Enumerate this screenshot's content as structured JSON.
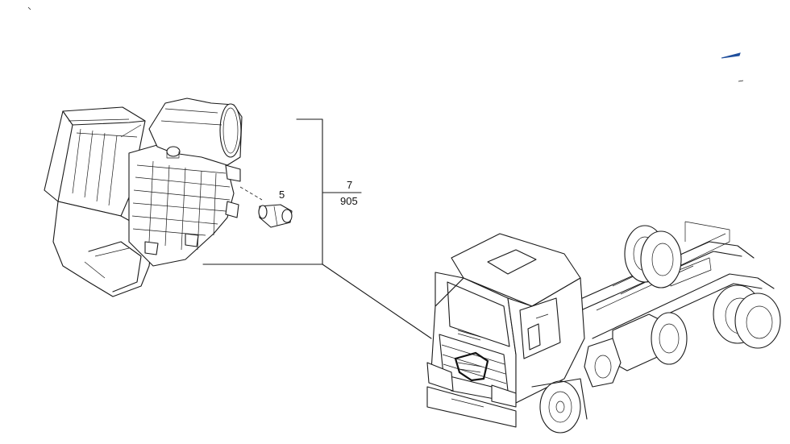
{
  "callouts": {
    "part_5": "5",
    "part_7": "7",
    "part_905": "905"
  },
  "colors": {
    "line": "#1a1a1a",
    "accent_mark": "#1f4e9c",
    "background": "#ffffff"
  },
  "icons": [
    "air-filter-housing-drawing",
    "sensor-plug-drawing",
    "truck-chassis-drawing"
  ]
}
